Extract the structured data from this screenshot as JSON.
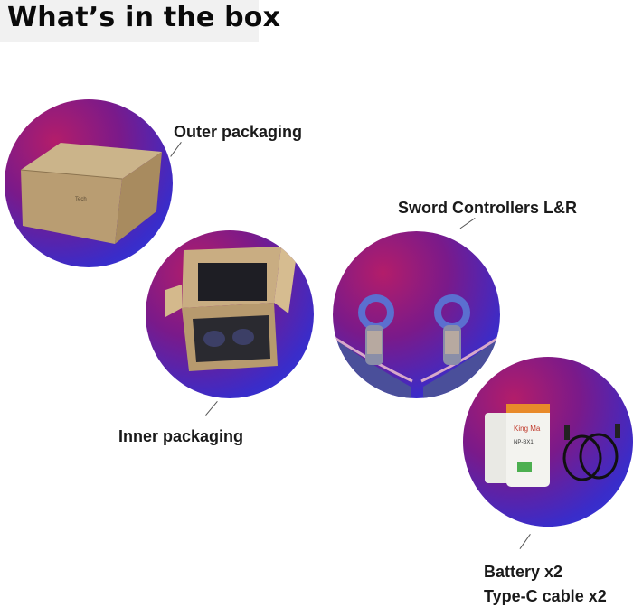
{
  "header": {
    "title": "What’s in the box"
  },
  "items": [
    {
      "label": "Outer packaging"
    },
    {
      "label": "Inner packaging"
    },
    {
      "label": "Sword Controllers L&R"
    },
    {
      "label": "Battery x2"
    },
    {
      "label": "Type-C cable x2"
    }
  ],
  "product_text": {
    "box_logo": "Tech",
    "battery_brand": "King Ma",
    "battery_model": "NP-BX1"
  },
  "colors": {
    "circle_magenta": "#b31d6a",
    "circle_blue": "#2b3ee0",
    "cardboard": "#b99d72",
    "controller_blue": "#5b6fd0"
  }
}
